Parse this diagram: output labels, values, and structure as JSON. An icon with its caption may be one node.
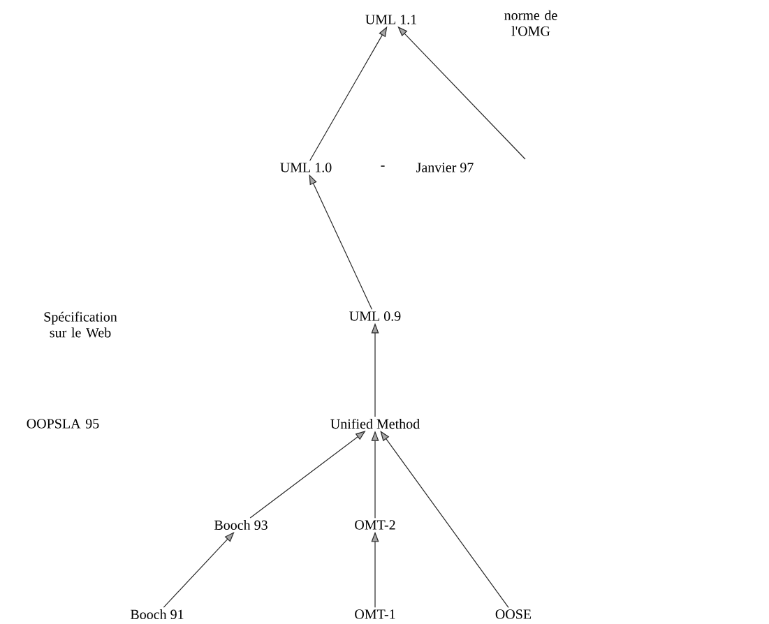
{
  "diagram": {
    "nodes": [
      {
        "text": [
          "UML 1.1"
        ]
      },
      {
        "text": [
          "UML 1.0"
        ],
        "beside": [
          "-",
          "Janvier 97"
        ]
      },
      {
        "text": [
          "UML 0.9"
        ]
      },
      {
        "text": [
          "Unified Method"
        ]
      },
      {
        "text": [
          "Booch 93"
        ]
      },
      {
        "text": [
          "OMT-2"
        ]
      },
      {
        "text": [
          "Booch 91"
        ]
      },
      {
        "text": [
          "OMT-1"
        ]
      },
      {
        "text": [
          "OOSE"
        ]
      }
    ],
    "edges": [
      {
        "from": 1,
        "to": 0,
        "arrow": "to"
      },
      {
        "from": null,
        "to": 0,
        "arrow": "to"
      },
      {
        "from": 2,
        "to": 1,
        "arrow": "to"
      },
      {
        "from": 3,
        "to": 2,
        "arrow": "to"
      },
      {
        "from": 4,
        "to": 3,
        "arrow": "to"
      },
      {
        "from": 5,
        "to": 3,
        "arrow": "to"
      },
      {
        "from": 8,
        "to": 3,
        "arrow": "to"
      },
      {
        "from": 6,
        "to": 4,
        "arrow": "to"
      },
      {
        "from": 7,
        "to": 5,
        "arrow": "to"
      }
    ],
    "labels": [
      "norme de l'OMG",
      "Spécification sur le Web",
      "OOPSLA 95"
    ]
  }
}
